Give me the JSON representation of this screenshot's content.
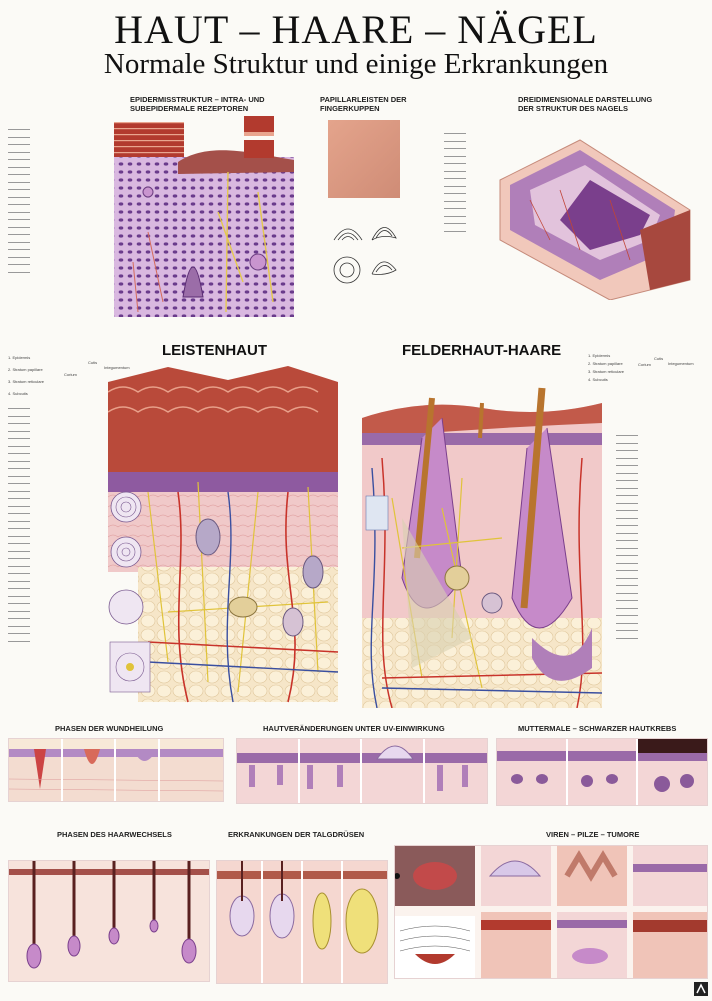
{
  "header": {
    "title": "HAUT – HAARE – NÄGEL",
    "subtitle": "Normale Struktur und einige Erkrankungen"
  },
  "sections": {
    "epidermis": "EPIDERMISSTRUKTUR – INTRA- UND SUBEPIDERMALE REZEPTOREN",
    "papillar": "PAPILLARLEISTEN DER FINGERKUPPEN",
    "nail": "DREIDIMENSIONALE DARSTELLUNG DER STRUKTUR DES NAGELS",
    "leistenhaut": "LEISTENHAUT",
    "felderhaut": "FELDERHAUT-HAARE",
    "wound": "PHASEN DER WUNDHEILUNG",
    "uv": "HAUTVERÄNDERUNGEN UNTER UV-EINWIRKUNG",
    "moles": "MUTTERMALE – SCHWARZER HAUTKREBS",
    "hair_cycle": "PHASEN DES HAARWECHSELS",
    "sebaceous": "ERKRANKUNGEN DER TALGDRÜSEN",
    "viruses": "VIREN – PILZE – TUMORE"
  },
  "leistenhaut_legend_top": [
    "1. Epidermis",
    "2. Stratum papillare",
    "3. Stratum reticulare",
    "4. Subcutis"
  ],
  "leistenhaut_bracket": {
    "corium": "Corium",
    "cutis": "Cutis",
    "integumentum": "Integumentum"
  },
  "felderhaut_legend_top": [
    "1. Epidermis",
    "2. Stratum papillare",
    "3. Stratum reticulare",
    "4. Subcutis"
  ],
  "felderhaut_bracket": {
    "corium": "Corium",
    "cutis": "Cutis",
    "integumentum": "Integumentum"
  }
}
